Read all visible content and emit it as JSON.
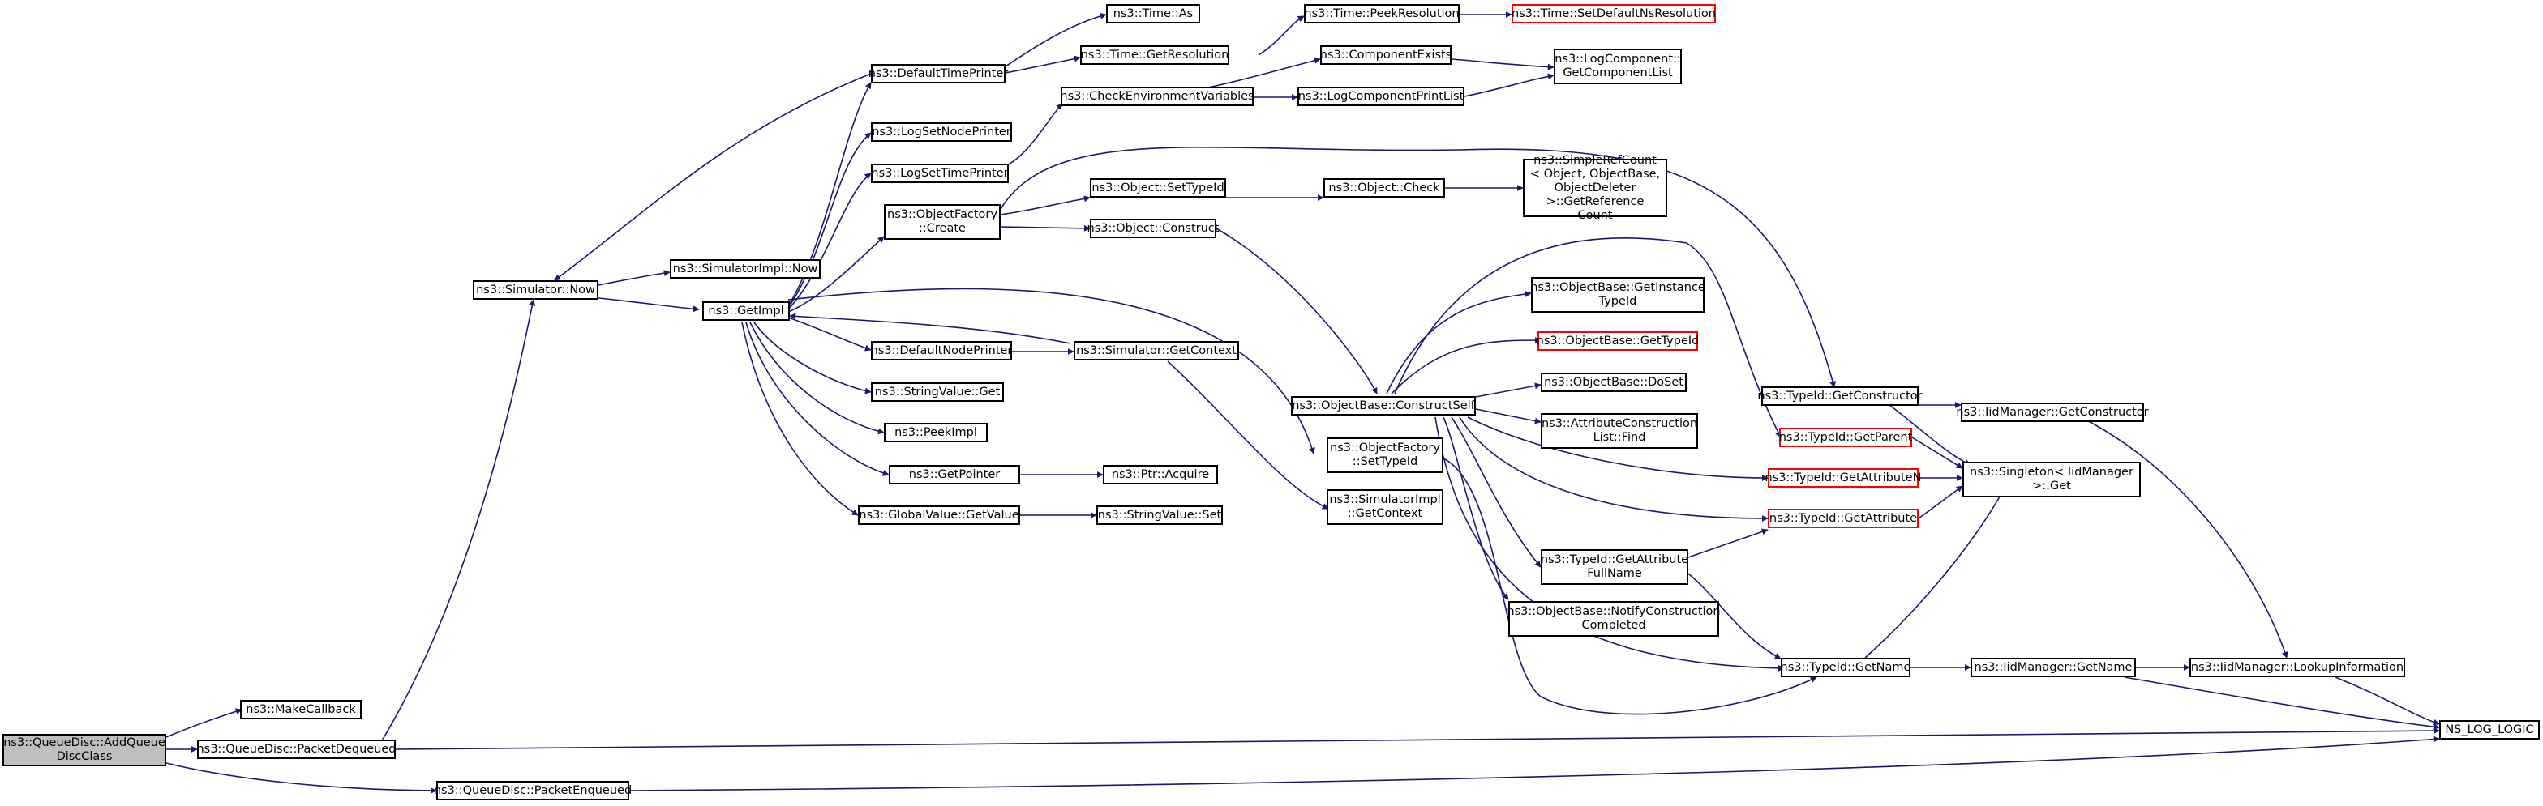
{
  "colors": {
    "edge": "#191970",
    "border": "#000000",
    "highlight_border": "#ff0000",
    "root_fill": "#bfbfbf"
  },
  "nodes": {
    "root": "ns3::QueueDisc::AddQueue\nDiscClass",
    "makecallback": "ns3::MakeCallback",
    "pktdeq": "ns3::QueueDisc::PacketDequeued",
    "pktenq": "ns3::QueueDisc::PacketEnqueued",
    "simnow": "ns3::Simulator::Now",
    "simimplnow": "ns3::SimulatorImpl::Now",
    "getimpl": "ns3::GetImpl",
    "deftimeprinter": "ns3::DefaultTimePrinter",
    "timeas": "ns3::Time::As",
    "timegetres": "ns3::Time::GetResolution",
    "peekres": "ns3::Time::PeekResolution",
    "setdefns": "ns3::Time::SetDefaultNsResolution",
    "checkenv": "ns3::CheckEnvironmentVariables",
    "compexists": "ns3::ComponentExists",
    "logcompprint": "ns3::LogComponentPrintList",
    "logcompget": "ns3::LogComponent::\nGetComponentList",
    "lognodeprinter": "ns3::LogSetNodePrinter",
    "logtimeprinter": "ns3::LogSetTimePrinter",
    "objfactcreate": "ns3::ObjectFactory\n::Create",
    "objsettypeid": "ns3::Object::SetTypeId",
    "objcheck": "ns3::Object::Check",
    "simpleref": "ns3::SimpleRefCount\n< Object, ObjectBase,\nObjectDeleter >::GetReference\nCount",
    "objconstruct": "ns3::Object::Construct",
    "defnodeprinter": "ns3::DefaultNodePrinter",
    "simgetcontext": "ns3::Simulator::GetContext",
    "stringvalget": "ns3::StringValue::Get",
    "peekimpl": "ns3::PeekImpl",
    "getpointer": "ns3::GetPointer",
    "ptracquire": "ns3::Ptr::Acquire",
    "globalget": "ns3::GlobalValue::GetValue",
    "stringvalset": "ns3::StringValue::Set",
    "objbaseconstruct": "ns3::ObjectBase::ConstructSelf",
    "objfactsettypeid": "ns3::ObjectFactory\n::SetTypeId",
    "simimplgetcontext": "ns3::SimulatorImpl\n::GetContext",
    "getinstance": "ns3::ObjectBase::GetInstance\nTypeId",
    "gettypeid": "ns3::ObjectBase::GetTypeId",
    "doset": "ns3::ObjectBase::DoSet",
    "attrfind": "ns3::AttributeConstruction\nList::Find",
    "getattrfullname": "ns3::TypeId::GetAttribute\nFullName",
    "notifycomplete": "ns3::ObjectBase::NotifyConstruction\nCompleted",
    "typeidgetctor": "ns3::TypeId::GetConstructor",
    "iidgetctor": "ns3::IidManager::GetConstructor",
    "typeidgetparent": "ns3::TypeId::GetParent",
    "typeidgetattrn": "ns3::TypeId::GetAttributeN",
    "typeidgetattr": "ns3::TypeId::GetAttribute",
    "singleton": "ns3::Singleton< IidManager\n>::Get",
    "typeidgetname": "ns3::TypeId::GetName",
    "iidgetname": "ns3::IidManager::GetName",
    "iidlookup": "ns3::IidManager::LookupInformation",
    "nslog": "NS_LOG_LOGIC"
  }
}
